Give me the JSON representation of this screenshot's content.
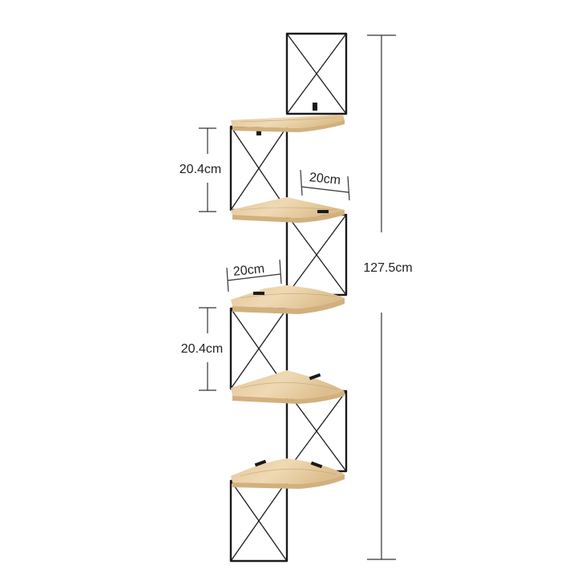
{
  "dimensions": {
    "shelf_spacing_top": "20.4cm",
    "shelf_depth_right": "20cm",
    "shelf_depth_left": "20cm",
    "shelf_spacing_bottom": "20.4cm",
    "total_height": "127.5cm"
  },
  "colors": {
    "wood_top": "#e8cfa4",
    "wood_edge": "#d2b07e",
    "wood_grain": "#c9a474",
    "metal": "#1a1a1a",
    "dimension_line": "#333333"
  }
}
